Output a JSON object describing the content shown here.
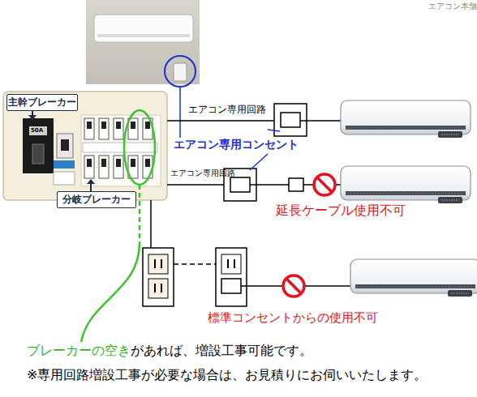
{
  "diagram": {
    "nodes": [
      {
        "text": [
          "主幹ブレーカー"
        ]
      },
      {
        "text": [
          "分岐ブレーカー"
        ]
      }
    ],
    "labels": [
      "エアコン本舗",
      "50A",
      "エアコン専用回路",
      "エアコン専用コンセント",
      "エアコン専用回路",
      "延長ケーブル使用不可",
      "標準コンセントからの使用不可",
      "ブレーカーの空き",
      "があれば、増設工事可能です。",
      "※専用回路増設工事が必要な場合は、お見積りにお伺いいたします。"
    ]
  }
}
